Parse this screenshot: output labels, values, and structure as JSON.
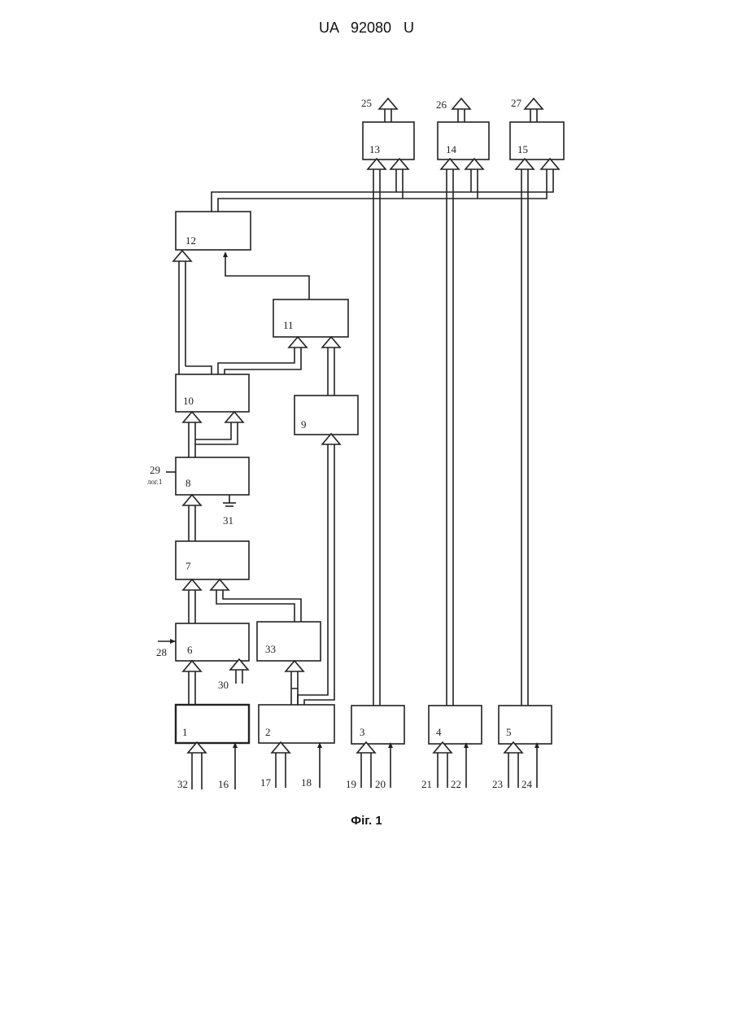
{
  "header": {
    "doc_number": "UA   92080   U"
  },
  "caption": "Фіг. 1",
  "blocks": [
    {
      "id": "1",
      "label": "1"
    },
    {
      "id": "2",
      "label": "2"
    },
    {
      "id": "3",
      "label": "3"
    },
    {
      "id": "4",
      "label": "4"
    },
    {
      "id": "5",
      "label": "5"
    },
    {
      "id": "6",
      "label": "6"
    },
    {
      "id": "7",
      "label": "7"
    },
    {
      "id": "8",
      "label": "8"
    },
    {
      "id": "9",
      "label": "9"
    },
    {
      "id": "10",
      "label": "10"
    },
    {
      "id": "11",
      "label": "11"
    },
    {
      "id": "12",
      "label": "12"
    },
    {
      "id": "13",
      "label": "13"
    },
    {
      "id": "14",
      "label": "14"
    },
    {
      "id": "15",
      "label": "15"
    },
    {
      "id": "33",
      "label": "33"
    }
  ],
  "signals": {
    "s16": "16",
    "s17": "17",
    "s18": "18",
    "s19": "19",
    "s20": "20",
    "s21": "21",
    "s22": "22",
    "s23": "23",
    "s24": "24",
    "s25": "25",
    "s26": "26",
    "s27": "27",
    "s28": "28",
    "s29": "29",
    "s30": "30",
    "s31": "31",
    "s32": "32",
    "s29_note": "лог.1"
  }
}
